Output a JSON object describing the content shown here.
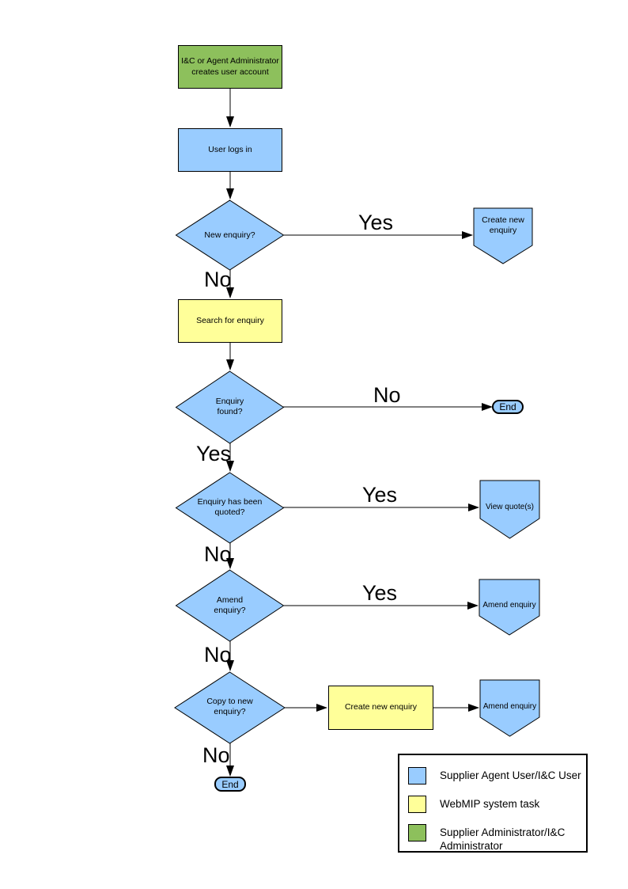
{
  "flowchart": {
    "nodes": {
      "adminCreates": "I&C or Agent Administrator creates user account",
      "userLogsIn": "User logs in",
      "newEnquiry": "New enquiry?",
      "createNewEnquiry1": "Create new enquiry",
      "searchForEnquiry": "Search for enquiry",
      "enquiryFound": "Enquiry found?",
      "end1": "End",
      "enquiryQuoted": "Enquiry has been quoted?",
      "viewQuotes": "View quote(s)",
      "amendEnquiryQ": "Amend enquiry?",
      "amendEnquiry1": "Amend enquiry",
      "copyToNew": "Copy to new enquiry?",
      "createNewEnquiry2": "Create new enquiry",
      "amendEnquiry2": "Amend enquiry",
      "end2": "End"
    },
    "edgeLabels": {
      "newEnquiryYes": "Yes",
      "newEnquiryNo": "No",
      "enquiryFoundNo": "No",
      "enquiryFoundYes": "Yes",
      "enquiryQuotedYes": "Yes",
      "enquiryQuotedNo": "No",
      "amendEnquiryYes": "Yes",
      "amendEnquiryNo": "No",
      "copyToNewNo": "No"
    },
    "legend": {
      "items": [
        {
          "color": "#99CCFF",
          "label": "Supplier Agent User/I&C User"
        },
        {
          "color": "#FFFF99",
          "label": "WebMIP system task"
        },
        {
          "color": "#8DC05C",
          "label": "Supplier Administrator/I&C Administrator"
        }
      ]
    },
    "colors": {
      "userTask": "#99CCFF",
      "systemTask": "#FFFF99",
      "adminTask": "#8DC05C",
      "line": "#000000"
    }
  }
}
